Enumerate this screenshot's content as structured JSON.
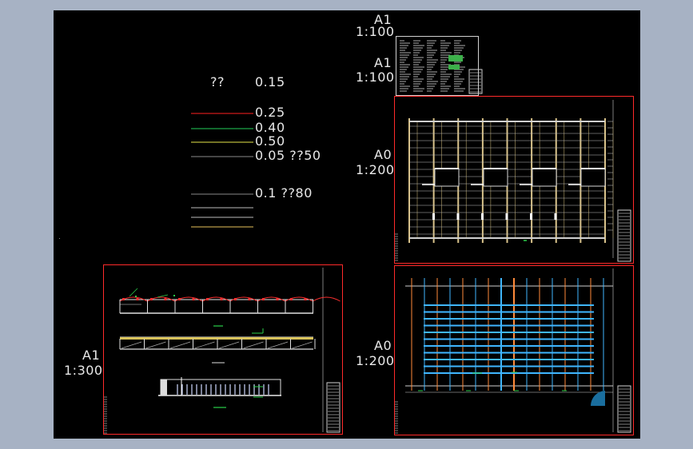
{
  "legend": {
    "header": {
      "text": "??",
      "value": "0.15"
    },
    "rows": [
      {
        "value": "0.25",
        "color": "#ff2020"
      },
      {
        "value": "0.40",
        "color": "#22d05a"
      },
      {
        "value": "0.50",
        "color": "#e6e64a"
      },
      {
        "value": "0.05  ??50",
        "color": "#8a8a8a"
      },
      {
        "value": "0.1  ??80",
        "color": "#8a8a8a"
      }
    ],
    "extra_line_colors": [
      "#bdbdbd",
      "#bdbdbd",
      "#e8c25a"
    ]
  },
  "sheets": [
    {
      "id": "sheet-a1-top-a",
      "size": "A1",
      "scale": "1:100"
    },
    {
      "id": "sheet-a1-top-b",
      "size": "A1",
      "scale": "1:100"
    },
    {
      "id": "sheet-a0-upper",
      "size": "A0",
      "scale": "1:200"
    },
    {
      "id": "sheet-a0-lower",
      "size": "A0",
      "scale": "1:200"
    },
    {
      "id": "sheet-a1-left",
      "size": "A1",
      "scale": "1:300"
    }
  ],
  "colors": {
    "background": "#000000",
    "frame": "#ff2a2a",
    "workspace": "#a7b2c4",
    "beam_blue": "#3fb6ff",
    "beam_orange": "#ff8a3a",
    "column_tan": "#d8c28a"
  }
}
